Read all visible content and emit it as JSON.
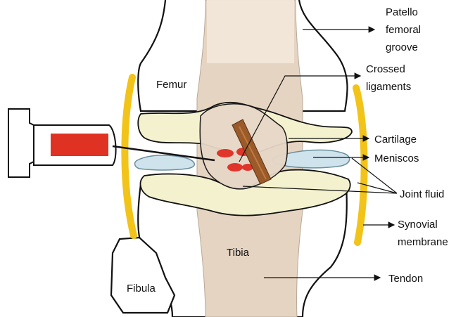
{
  "labels": {
    "patello_line1": "Patello",
    "patello_line2": "femoral",
    "patello_line3": "groove",
    "crossed_line1": "Crossed",
    "crossed_line2": "ligaments",
    "cartilage": "Cartilage",
    "meniscos": "Meniscos",
    "joint_fluid": "Joint fluid",
    "synovial_line1": "Synovial",
    "synovial_line2": "membrane",
    "tendon": "Tendon",
    "femur": "Femur",
    "tibia": "Tibia",
    "fibula": "Fibula"
  },
  "colors": {
    "bone_fill": "#ffffff",
    "tendon_band": "#e6d4c2",
    "cartilage": "#f4f1cf",
    "meniscus": "#cfe3ec",
    "synovial": "#f2c319",
    "ligament": "#9a5a2a",
    "fluid_drops": "#e0352a",
    "syringe_fluid": "#e03222",
    "outline": "#111111"
  },
  "icons": {
    "syringe": "syringe-icon"
  }
}
